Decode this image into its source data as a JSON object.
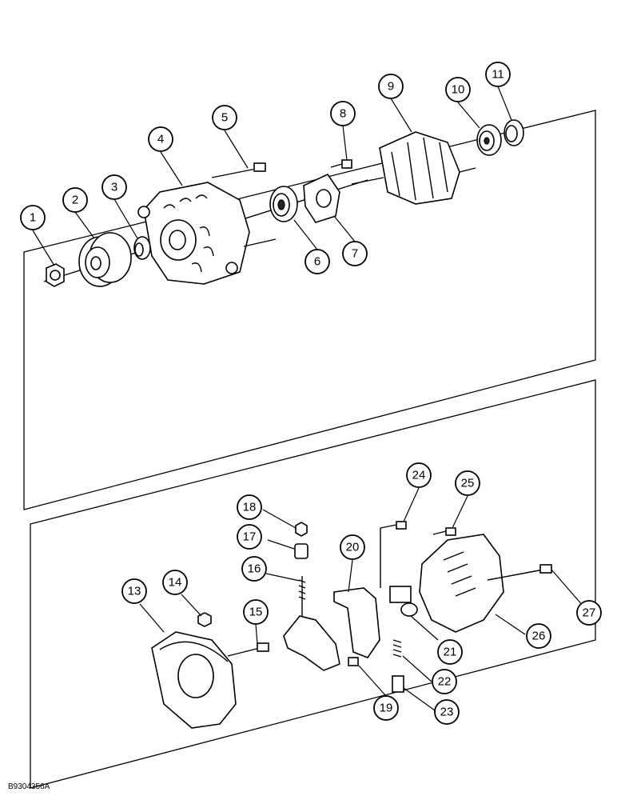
{
  "figure_code": "B9304356A",
  "callouts": {
    "c1": "1",
    "c2": "2",
    "c3": "3",
    "c4": "4",
    "c5": "5",
    "c6": "6",
    "c7": "7",
    "c8": "8",
    "c9": "9",
    "c10": "10",
    "c11": "11",
    "c13": "13",
    "c14": "14",
    "c15": "15",
    "c16": "16",
    "c17": "17",
    "c18": "18",
    "c19": "19",
    "c20": "20",
    "c21": "21",
    "c22": "22",
    "c23": "23",
    "c24": "24",
    "c25": "25",
    "c26": "26",
    "c27": "27"
  }
}
